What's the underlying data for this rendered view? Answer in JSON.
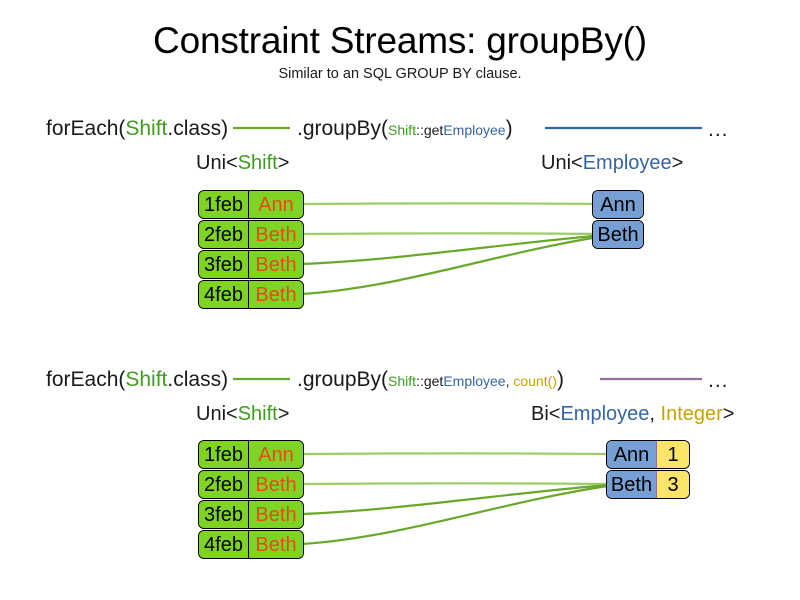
{
  "page": {
    "title": "Constraint Streams: groupBy()",
    "subtitle": "Similar to an SQL GROUP BY clause."
  },
  "colors": {
    "shift_green": "#7fd322",
    "shift_name_orange": "#e8491d",
    "employee_blue": "#769fd4",
    "count_yellow": "#fbe46a",
    "keyword_green": "#3f9c1f",
    "keyword_blue": "#3465a4",
    "keyword_gold": "#c8a202",
    "link_green": "#6aa82a",
    "connector_blue": "#3465a4",
    "connector_purple": "#8e6f9e"
  },
  "sections": [
    {
      "id": "groupby-single",
      "expression": {
        "for_each_open": "forEach(",
        "for_each_type": "Shift",
        "for_each_close": ".class)",
        "group_by_open": ".groupBy(",
        "param_type": "Shift",
        "param_method": "::get",
        "param_target": "Employee",
        "group_by_close": ")",
        "trailing": "..."
      },
      "left_label": {
        "prefix": "Uni<",
        "type": "Shift",
        "suffix": ">"
      },
      "right_label": {
        "prefix": "Uni<",
        "type": "Employee",
        "suffix": ">"
      },
      "shifts": [
        {
          "date": "1feb",
          "employee": "Ann"
        },
        {
          "date": "2feb",
          "employee": "Beth"
        },
        {
          "date": "3feb",
          "employee": "Beth"
        },
        {
          "date": "4feb",
          "employee": "Beth"
        }
      ],
      "results": [
        {
          "employee": "Ann"
        },
        {
          "employee": "Beth"
        }
      ]
    },
    {
      "id": "groupby-count",
      "expression": {
        "for_each_open": "forEach(",
        "for_each_type": "Shift",
        "for_each_close": ".class)",
        "group_by_open": ".groupBy(",
        "param_type": "Shift",
        "param_method": "::get",
        "param_target": "Employee",
        "param_separator": ", ",
        "param_collector": "count()",
        "group_by_close": ")",
        "trailing": "..."
      },
      "left_label": {
        "prefix": "Uni<",
        "type": "Shift",
        "suffix": ">"
      },
      "right_label": {
        "prefix": "Bi<",
        "type": "Employee",
        "separator": ", ",
        "type2": "Integer",
        "suffix": ">"
      },
      "shifts": [
        {
          "date": "1feb",
          "employee": "Ann"
        },
        {
          "date": "2feb",
          "employee": "Beth"
        },
        {
          "date": "3feb",
          "employee": "Beth"
        },
        {
          "date": "4feb",
          "employee": "Beth"
        }
      ],
      "results": [
        {
          "employee": "Ann",
          "count": "1"
        },
        {
          "employee": "Beth",
          "count": "3"
        }
      ]
    }
  ]
}
